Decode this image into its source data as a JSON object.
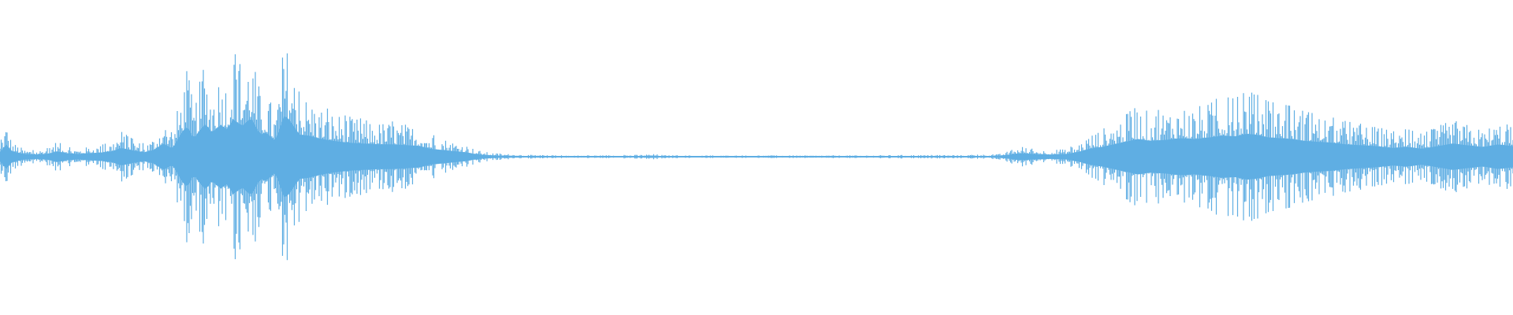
{
  "waveform": {
    "color": "#5faee3",
    "background": "#ffffff",
    "profile": [
      [
        0.0,
        0.1
      ],
      [
        0.004,
        0.28
      ],
      [
        0.008,
        0.12
      ],
      [
        0.016,
        0.06
      ],
      [
        0.024,
        0.05
      ],
      [
        0.032,
        0.07
      ],
      [
        0.038,
        0.12
      ],
      [
        0.044,
        0.08
      ],
      [
        0.052,
        0.06
      ],
      [
        0.058,
        0.08
      ],
      [
        0.066,
        0.09
      ],
      [
        0.074,
        0.12
      ],
      [
        0.08,
        0.2
      ],
      [
        0.088,
        0.14
      ],
      [
        0.096,
        0.1
      ],
      [
        0.102,
        0.16
      ],
      [
        0.108,
        0.3
      ],
      [
        0.114,
        0.18
      ],
      [
        0.12,
        0.55
      ],
      [
        0.124,
        0.7
      ],
      [
        0.128,
        0.4
      ],
      [
        0.132,
        0.6
      ],
      [
        0.136,
        0.75
      ],
      [
        0.14,
        0.55
      ],
      [
        0.146,
        0.72
      ],
      [
        0.15,
        0.62
      ],
      [
        0.154,
        0.85
      ],
      [
        0.16,
        0.7
      ],
      [
        0.166,
        0.88
      ],
      [
        0.172,
        0.5
      ],
      [
        0.176,
        0.55
      ],
      [
        0.182,
        0.35
      ],
      [
        0.188,
        0.96
      ],
      [
        0.192,
        0.8
      ],
      [
        0.198,
        0.5
      ],
      [
        0.204,
        0.48
      ],
      [
        0.21,
        0.42
      ],
      [
        0.22,
        0.36
      ],
      [
        0.23,
        0.32
      ],
      [
        0.24,
        0.3
      ],
      [
        0.25,
        0.28
      ],
      [
        0.26,
        0.28
      ],
      [
        0.27,
        0.26
      ],
      [
        0.278,
        0.24
      ],
      [
        0.284,
        0.18
      ],
      [
        0.29,
        0.16
      ],
      [
        0.296,
        0.14
      ],
      [
        0.302,
        0.12
      ],
      [
        0.308,
        0.1
      ],
      [
        0.314,
        0.06
      ],
      [
        0.32,
        0.04
      ],
      [
        0.33,
        0.025
      ],
      [
        0.34,
        0.02
      ],
      [
        0.35,
        0.015
      ],
      [
        0.36,
        0.012
      ],
      [
        0.38,
        0.01
      ],
      [
        0.4,
        0.012
      ],
      [
        0.42,
        0.015
      ],
      [
        0.432,
        0.022
      ],
      [
        0.44,
        0.012
      ],
      [
        0.46,
        0.01
      ],
      [
        0.5,
        0.01
      ],
      [
        0.54,
        0.01
      ],
      [
        0.58,
        0.012
      ],
      [
        0.6,
        0.015
      ],
      [
        0.63,
        0.012
      ],
      [
        0.66,
        0.02
      ],
      [
        0.668,
        0.05
      ],
      [
        0.674,
        0.08
      ],
      [
        0.684,
        0.06
      ],
      [
        0.694,
        0.05
      ],
      [
        0.704,
        0.06
      ],
      [
        0.712,
        0.1
      ],
      [
        0.72,
        0.18
      ],
      [
        0.728,
        0.22
      ],
      [
        0.736,
        0.28
      ],
      [
        0.744,
        0.34
      ],
      [
        0.752,
        0.4
      ],
      [
        0.76,
        0.36
      ],
      [
        0.77,
        0.38
      ],
      [
        0.78,
        0.42
      ],
      [
        0.79,
        0.4
      ],
      [
        0.8,
        0.44
      ],
      [
        0.808,
        0.48
      ],
      [
        0.816,
        0.46
      ],
      [
        0.824,
        0.52
      ],
      [
        0.83,
        0.5
      ],
      [
        0.838,
        0.44
      ],
      [
        0.846,
        0.42
      ],
      [
        0.854,
        0.4
      ],
      [
        0.862,
        0.36
      ],
      [
        0.87,
        0.34
      ],
      [
        0.88,
        0.32
      ],
      [
        0.89,
        0.28
      ],
      [
        0.9,
        0.26
      ],
      [
        0.91,
        0.24
      ],
      [
        0.92,
        0.2
      ],
      [
        0.93,
        0.22
      ],
      [
        0.94,
        0.18
      ],
      [
        0.95,
        0.24
      ],
      [
        0.96,
        0.3
      ],
      [
        0.97,
        0.26
      ],
      [
        0.98,
        0.22
      ],
      [
        0.99,
        0.28
      ],
      [
        1.0,
        0.24
      ]
    ]
  }
}
